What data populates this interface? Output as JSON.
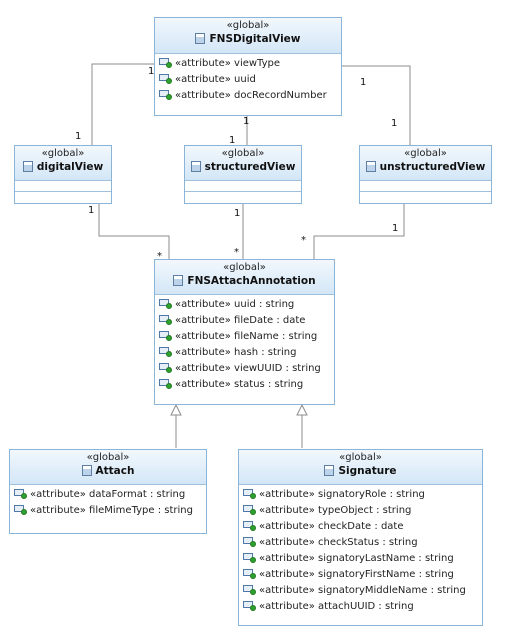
{
  "classes": {
    "fns_digital_view": {
      "stereotype": "«global»",
      "name": "FNSDigitalView",
      "attributes": [
        "«attribute» viewType",
        "«attribute» uuid",
        "«attribute» docRecordNumber"
      ]
    },
    "digital_view": {
      "stereotype": "«global»",
      "name": "digitalView"
    },
    "structured_view": {
      "stereotype": "«global»",
      "name": "structuredView"
    },
    "unstructured_view": {
      "stereotype": "«global»",
      "name": "unstructuredView"
    },
    "fns_attach_annotation": {
      "stereotype": "«global»",
      "name": "FNSAttachAnnotation",
      "attributes": [
        "«attribute» uuid : string",
        "«attribute» fileDate : date",
        "«attribute» fileName : string",
        "«attribute» hash : string",
        "«attribute» viewUUID : string",
        "«attribute» status : string"
      ]
    },
    "attach": {
      "stereotype": "«global»",
      "name": "Attach",
      "attributes": [
        "«attribute» dataFormat : string",
        "«attribute» fileMimeType : string"
      ]
    },
    "signature": {
      "stereotype": "«global»",
      "name": "Signature",
      "attributes": [
        "«attribute» signatoryRole : string",
        "«attribute» typeObject : string",
        "«attribute» checkDate : date",
        "«attribute» checkStatus : string",
        "«attribute» signatoryLastName : string",
        "«attribute» signatoryFirstName : string",
        "«attribute» signatoryMiddleName : string",
        "«attribute» attachUUID : string"
      ]
    }
  },
  "multiplicities": {
    "top_digital_src": "1",
    "top_digital_dst": "1",
    "top_structured_src": "1",
    "top_structured_dst": "1",
    "top_unstructured_src": "1",
    "top_unstructured_dst": "1",
    "digital_to_annotation_src": "1",
    "digital_to_annotation_dst": "*",
    "structured_to_annotation_src": "1",
    "structured_to_annotation_dst": "*",
    "unstructured_to_annotation_src": "1",
    "unstructured_to_annotation_dst": "*"
  },
  "colors": {
    "border": "#8ab4d8",
    "header_top": "#f2f8fd",
    "header_bottom": "#d3e6f6",
    "connector": "#8c8c8c",
    "attribute_dot": "#30a030"
  },
  "icons": {
    "class": "class-icon",
    "attribute": "attribute-icon"
  }
}
